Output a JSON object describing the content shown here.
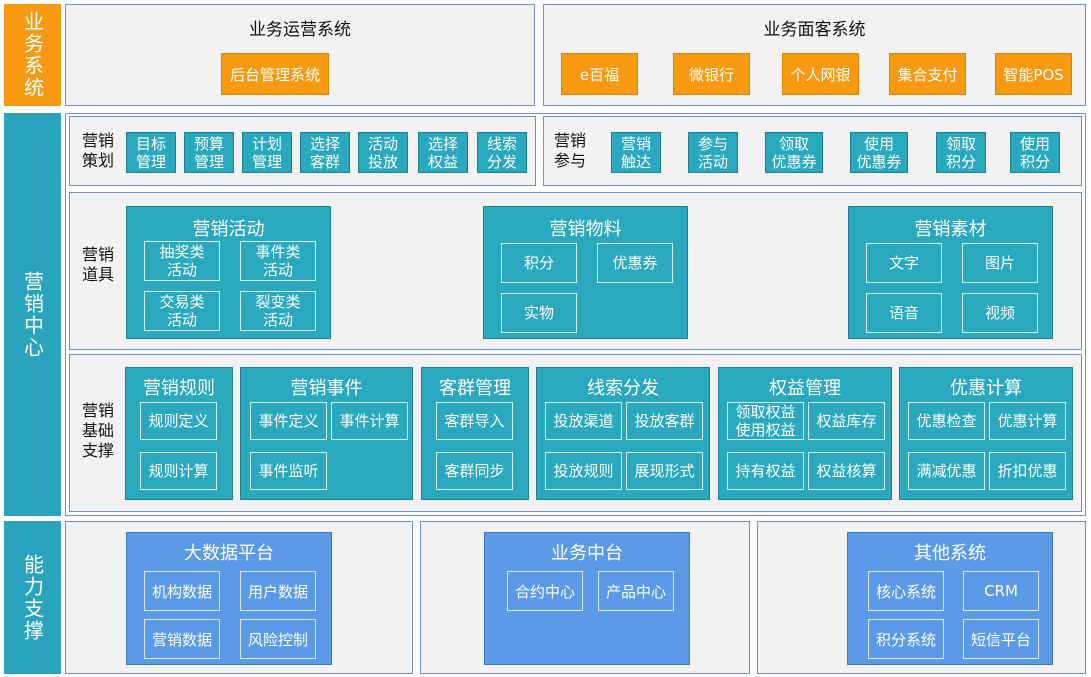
{
  "sides": {
    "business": "业务系统",
    "marketing": "营销中心",
    "capability": "能力支撑"
  },
  "ops": {
    "title": "业务运营系统",
    "items": [
      "后台管理系统"
    ]
  },
  "customer": {
    "title": "业务面客系统",
    "items": [
      "e百福",
      "微银行",
      "个人网银",
      "集合支付",
      "智能POS"
    ]
  },
  "planning": {
    "label": "营销\n策划",
    "items": [
      "目标\n管理",
      "预算\n管理",
      "计划\n管理",
      "选择\n客群",
      "活动\n投放",
      "选择\n权益",
      "线索\n分发"
    ]
  },
  "participation": {
    "label": "营销\n参与",
    "items": [
      "营销\n触达",
      "参与\n活动",
      "领取\n优惠券",
      "使用\n优惠券",
      "领取\n积分",
      "使用\n积分"
    ]
  },
  "tools": {
    "label": "营销\n道具",
    "groups": [
      {
        "title": "营销活动",
        "items": [
          "抽奖类\n活动",
          "事件类\n活动",
          "交易类\n活动",
          "裂变类\n活动"
        ]
      },
      {
        "title": "营销物料",
        "items": [
          "积分",
          "优惠券",
          "实物"
        ]
      },
      {
        "title": "营销素材",
        "items": [
          "文字",
          "图片",
          "语音",
          "视频"
        ]
      }
    ]
  },
  "foundation": {
    "label": "营销\n基础\n支撑",
    "groups": [
      {
        "title": "营销规则",
        "items": [
          "规则定义",
          "规则计算"
        ]
      },
      {
        "title": "营销事件",
        "items": [
          "事件定义",
          "事件计算",
          "事件监听"
        ]
      },
      {
        "title": "客群管理",
        "items": [
          "客群导入",
          "客群同步"
        ]
      },
      {
        "title": "线索分发",
        "items": [
          "投放渠道",
          "投放客群",
          "投放规则",
          "展现形式"
        ]
      },
      {
        "title": "权益管理",
        "items": [
          "领取权益\n使用权益",
          "权益库存",
          "持有权益",
          "权益核算"
        ]
      },
      {
        "title": "优惠计算",
        "items": [
          "优惠检查",
          "优惠计算",
          "满减优惠",
          "折扣优惠"
        ]
      }
    ]
  },
  "capability": {
    "groups": [
      {
        "title": "大数据平台",
        "items": [
          "机构数据",
          "用户数据",
          "营销数据",
          "风险控制"
        ]
      },
      {
        "title": "业务中台",
        "items": [
          "合约中心",
          "产品中心"
        ]
      },
      {
        "title": "其他系统",
        "items": [
          "核心系统",
          "CRM",
          "积分系统",
          "短信平台"
        ]
      }
    ]
  },
  "colors": {
    "orange": "#f79a12",
    "teal": "#2aa8be",
    "blue": "#5b9ae6",
    "panel": "#f2f2f2"
  }
}
